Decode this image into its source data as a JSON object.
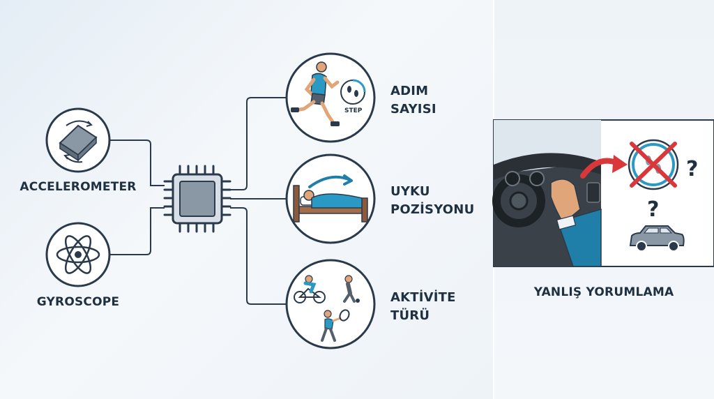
{
  "sensors": {
    "accelerometer": "ACCELEROMETER",
    "gyroscope": "GYROSCOPE"
  },
  "outputs": {
    "steps": {
      "line1": "ADIM",
      "line2": "SAYISI",
      "badge": "STEP"
    },
    "sleep": {
      "line1": "UYKU",
      "line2": "POZİSYONU"
    },
    "activity": {
      "line1": "AKTİVİTE",
      "line2": "TÜRÜ"
    }
  },
  "misinterpretation": {
    "title": "YANLIŞ YORUMLAMA",
    "question_mark": "?"
  },
  "colors": {
    "stroke": "#2a3a4a",
    "accent_teal": "#2a9ac4",
    "error_red": "#d9373a",
    "chip_gray": "#8a97a4"
  }
}
